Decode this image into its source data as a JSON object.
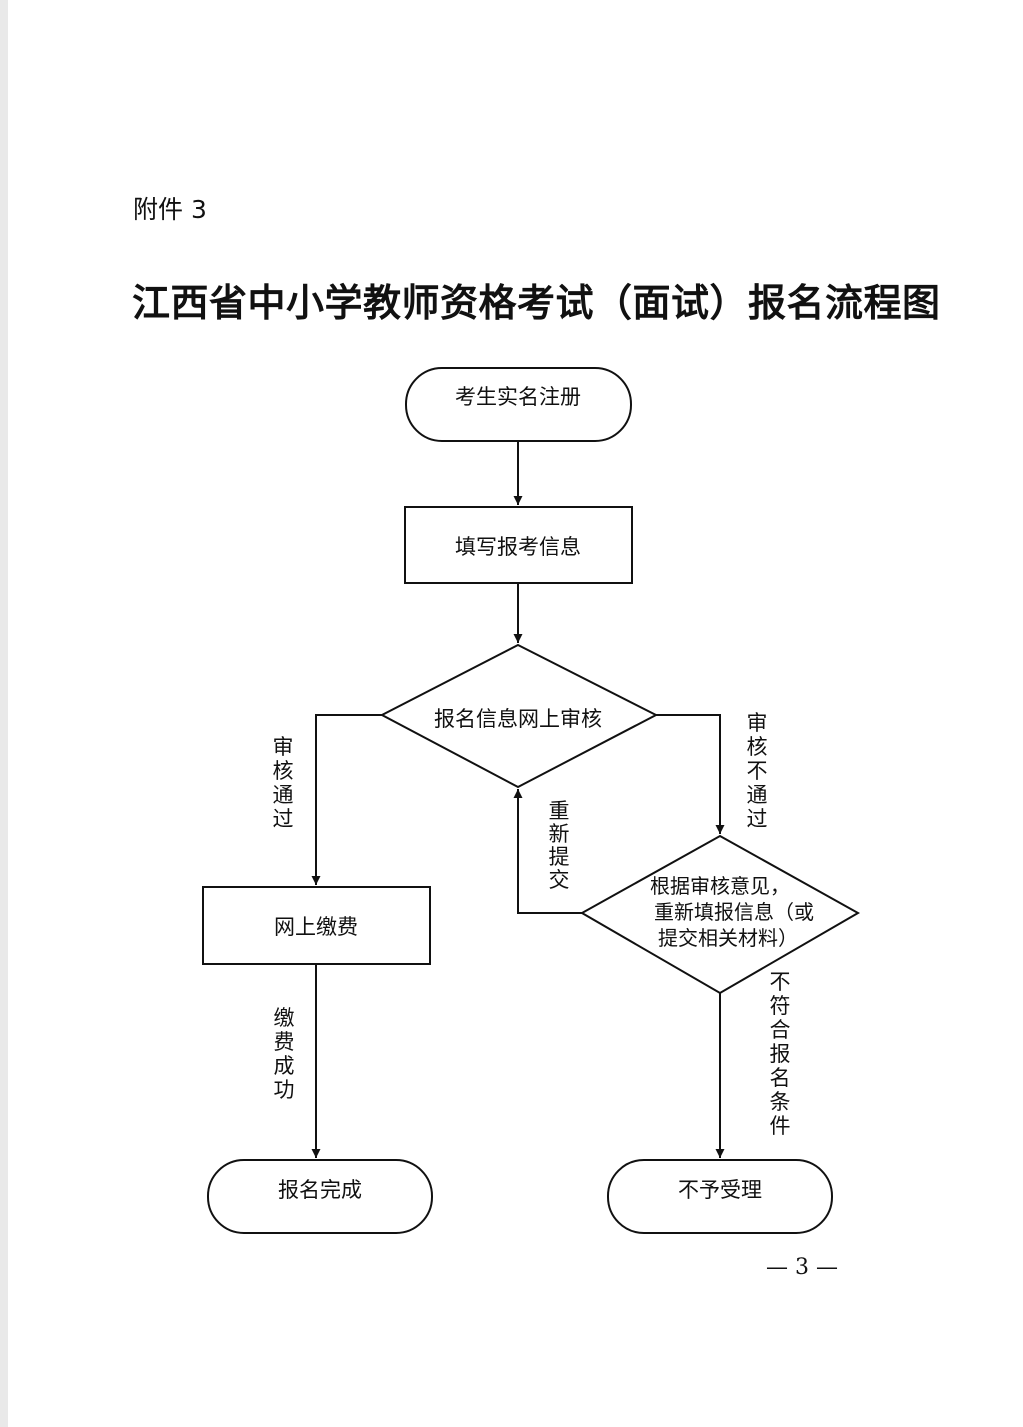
{
  "attachment_label": "附件 3",
  "title": "江西省中小学教师资格考试（面试）报名流程图",
  "nodes": {
    "register": "考生实名注册",
    "fill_info": "填写报考信息",
    "review": "报名信息网上审核",
    "payment": "网上缴费",
    "resubmit": [
      "根据审核意见，",
      "重新填报信息（或",
      "提交相关材料）"
    ],
    "complete": "报名完成",
    "rejected": "不予受理"
  },
  "edge_labels": {
    "pass": "审核通过",
    "fail": "审核不通过",
    "resubmit_again": "重新提交",
    "pay_success": "缴费成功",
    "ineligible": "不符合报名条件"
  },
  "page_number": "— 3 —"
}
